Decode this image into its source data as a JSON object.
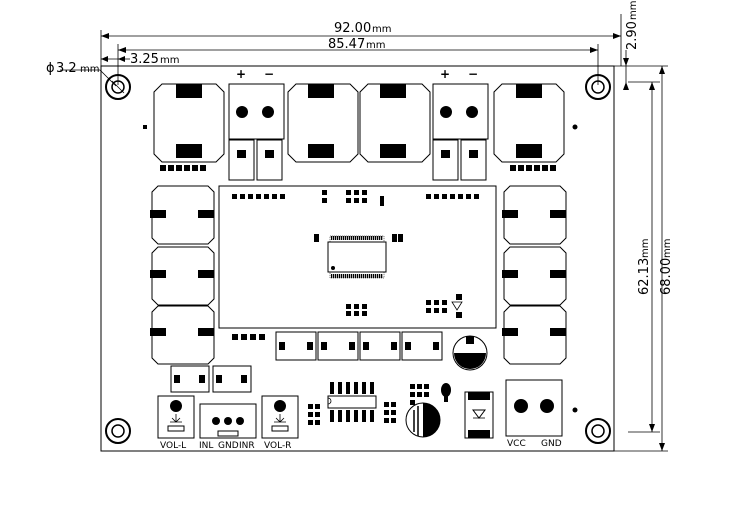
{
  "dimensions": {
    "overall_width": "92.00",
    "inner_width": "85.47",
    "left_offset": "3.25",
    "hole_diameter_symbol": "ϕ",
    "hole_diameter": "3.2",
    "top_offset": "2.90",
    "inner_height": "62.13",
    "overall_height": "68.00",
    "unit": "mm"
  },
  "labels": {
    "plus_left": "+",
    "minus_left": "−",
    "plus_right": "+",
    "minus_right": "−",
    "vol_l": "VOL-L",
    "inl": "INL",
    "gnd_in": "GND",
    "inr": "INR",
    "vol_r": "VOL-R",
    "vcc": "VCC",
    "gnd_pwr": "GND"
  },
  "colors": {
    "ink": "#000000",
    "background": "#ffffff"
  }
}
